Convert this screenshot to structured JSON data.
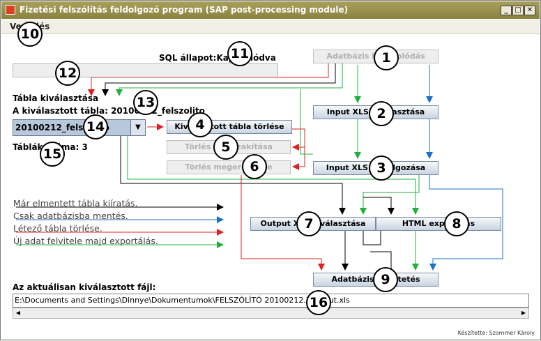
{
  "window": {
    "title": "Fizetési felszólítás feldolgozó program (SAP post-processing module)"
  },
  "menu": {
    "item": "Vezérlés"
  },
  "sql": {
    "label": "SQL állapot:",
    "value": "Kapcsolódva"
  },
  "table_select": {
    "label": "Tábla kiválasztása",
    "selected_label": "A kiválasztott tábla:",
    "selected_value": "20100212_felszolito",
    "combo_value": "20100212_felszolito",
    "count_label": "Táblák száma:",
    "count_value": "3"
  },
  "buttons": {
    "db_connect": "Adatbázis kapcsolódás",
    "input_select": "Input XLS kiválasztása",
    "input_process": "Input XLS feldolgozása",
    "delete_table": "Kiválasztott tábla törlése",
    "delete_cancel": "Törlés megszakítása",
    "delete_confirm": "Törlés megerősítése",
    "output_select": "Output XLS kiválasztása",
    "html_export": "HTML exportálás",
    "db_exit": "Adatbázis kiléptetés"
  },
  "legend": [
    {
      "text": "Már elmentett tábla kiíratás.",
      "color": "#000000"
    },
    {
      "text": "Csak adatbázisba mentés.",
      "color": "#1a6fc8"
    },
    {
      "text": "Létező tábla törlése.",
      "color": "#e02020"
    },
    {
      "text": "Új adat felvitele majd exportálás.",
      "color": "#20b040"
    }
  ],
  "file": {
    "label": "Az aktuálisan kiválasztott fájl:",
    "path": "E:\\Documents and Settings\\Dinnye\\Dokumentumok\\FELSZÓLÍTÓ 20100212.XLS_out.xls"
  },
  "credit": "Készítette: Szommer Károly",
  "callouts": [
    "1",
    "2",
    "3",
    "4",
    "5",
    "6",
    "7",
    "8",
    "9",
    "10",
    "11",
    "12",
    "13",
    "14",
    "15",
    "16"
  ],
  "icons": {
    "app": "java-cup-icon",
    "minimize": "minimize-icon",
    "maximize": "maximize-icon",
    "close": "close-icon"
  },
  "colors": {
    "black": "#000000",
    "blue": "#1a6fc8",
    "red": "#e02020",
    "green": "#20b040",
    "gray": "#808080"
  }
}
